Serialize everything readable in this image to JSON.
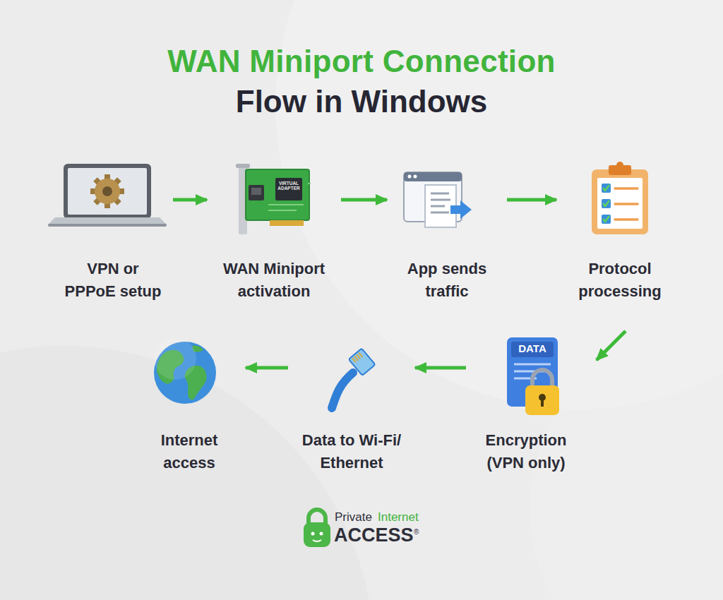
{
  "diagram": {
    "title": "WAN Miniport Connection",
    "nodes": [
      {
        "text": [
          "VPN or PPPoE setup"
        ]
      },
      {
        "text": [
          "WAN Miniport activation"
        ]
      },
      {
        "text": [
          "App sends traffic"
        ]
      },
      {
        "text": [
          "Protocol processing"
        ]
      },
      {
        "text": [
          "Encryption (VPN only)"
        ]
      },
      {
        "text": [
          "Data to Wi-Fi/ Ethernet"
        ]
      },
      {
        "text": [
          "Internet access"
        ]
      }
    ],
    "edges": [
      {
        "from": 0,
        "to": 1,
        "arrow": "to"
      },
      {
        "from": 1,
        "to": 2,
        "arrow": "to"
      },
      {
        "from": 2,
        "to": 3,
        "arrow": "to"
      },
      {
        "from": 3,
        "to": 4,
        "arrow": "to"
      },
      {
        "from": 4,
        "to": 5,
        "arrow": "to"
      },
      {
        "from": 5,
        "to": 6,
        "arrow": "to"
      }
    ],
    "labels": [
      "Flow in Windows",
      "VIRTUAL ADAPTER",
      "DATA",
      "Private",
      "Internet",
      "ACCESS",
      "®"
    ]
  }
}
